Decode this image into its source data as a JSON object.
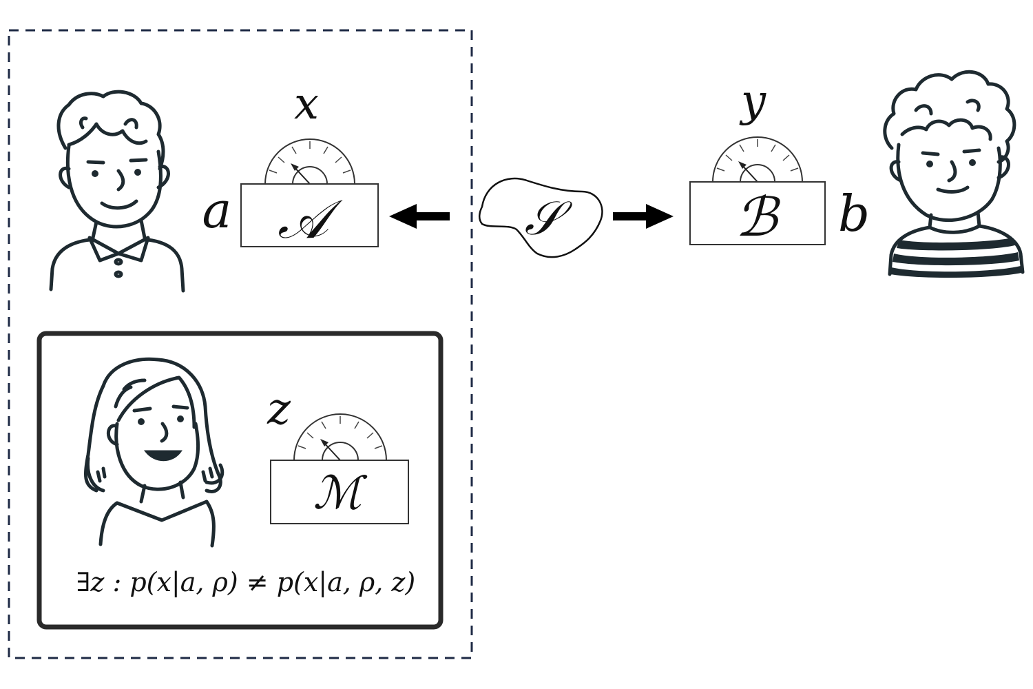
{
  "labels": {
    "alice_input": "a",
    "alice_output": "x",
    "alice_device": "𝒜",
    "bob_input": "b",
    "bob_output": "y",
    "bob_device": "ℬ",
    "source": "𝒮",
    "monitor_output": "z",
    "monitor_device": "ℳ",
    "condition": "∃z : p(x|a, ρ) ≠ p(x|a, ρ, z)"
  },
  "icons": {
    "alice": "boy-avatar-icon",
    "bob": "curly-hair-avatar-icon",
    "monitor": "girl-avatar-icon"
  },
  "colors": {
    "dashed_border": "#1e2a45",
    "ink": "#1e2a30",
    "inner_border": "#2a2a2a"
  }
}
